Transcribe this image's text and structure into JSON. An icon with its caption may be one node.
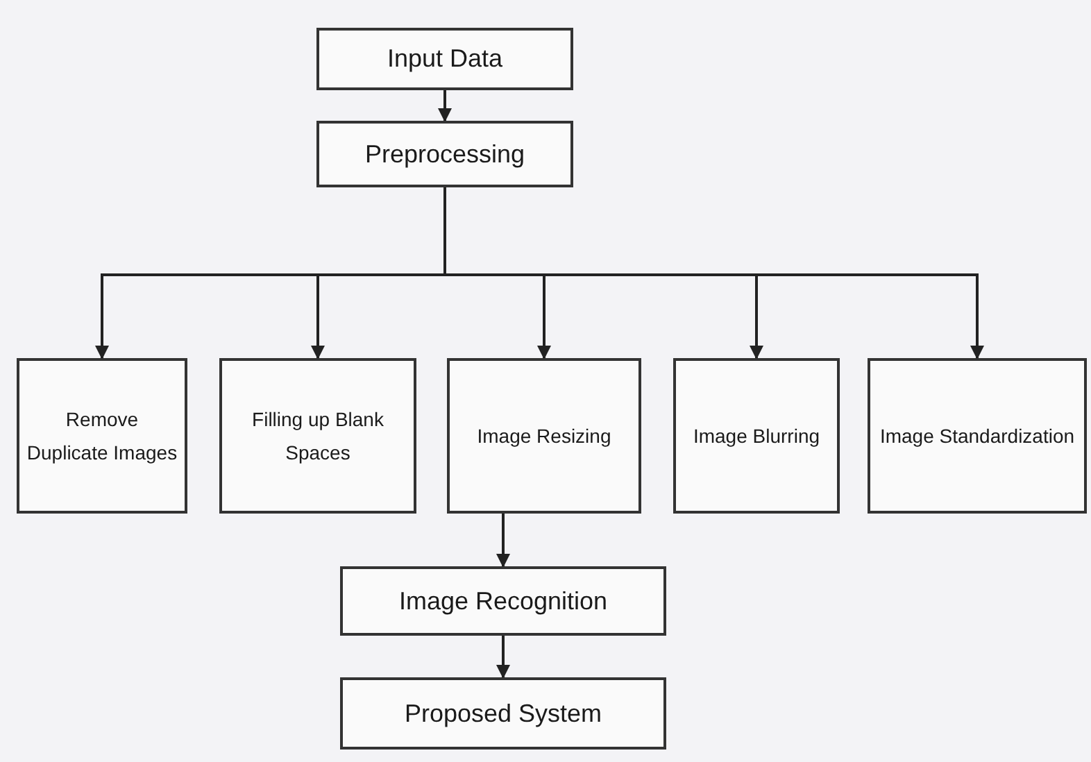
{
  "diagram": {
    "nodes": [
      {
        "text": [
          "Input Data"
        ]
      },
      {
        "text": [
          "Preprocessing"
        ]
      },
      {
        "text": [
          "Remove Duplicate Images"
        ]
      },
      {
        "text": [
          "Filling up Blank Spaces"
        ]
      },
      {
        "text": [
          "Image Resizing"
        ]
      },
      {
        "text": [
          "Image Blurring"
        ]
      },
      {
        "text": [
          "Image Standardization"
        ]
      },
      {
        "text": [
          "Image Recognition"
        ]
      },
      {
        "text": [
          "Proposed System"
        ]
      }
    ],
    "edges": [
      {
        "from": 0,
        "to": 1,
        "arrow": "to"
      },
      {
        "from": 1,
        "to": 2,
        "arrow": "to"
      },
      {
        "from": 1,
        "to": 3,
        "arrow": "to"
      },
      {
        "from": 1,
        "to": 4,
        "arrow": "to"
      },
      {
        "from": 1,
        "to": 5,
        "arrow": "to"
      },
      {
        "from": 1,
        "to": 6,
        "arrow": "to"
      },
      {
        "from": 4,
        "to": 7,
        "arrow": "to"
      },
      {
        "from": 7,
        "to": 8,
        "arrow": "to"
      }
    ]
  }
}
